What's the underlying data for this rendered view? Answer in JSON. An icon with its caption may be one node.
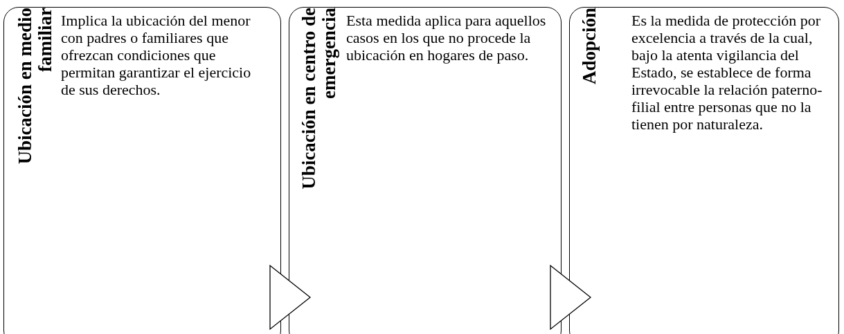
{
  "diagram": {
    "nodes": [
      {
        "text": [
          "Ubicación en medio familiar",
          "Implica la ubicación del menor con padres o familiares que ofrezcan condiciones que permitan garantizar el ejercicio de sus derechos."
        ]
      },
      {
        "text": [
          "Ubicación en centro de emergencia",
          "Esta medida aplica para aquellos casos en los que no procede la ubicación en hogares de paso."
        ]
      },
      {
        "text": [
          "Adopción",
          "Es la medida de protección por excelencia a través de la cual, bajo la atenta vigilancia del Estado, se establece de forma irrevocable la relación paterno-filial entre personas que no la tienen por naturaleza."
        ]
      }
    ],
    "edges": [
      {
        "from": 0,
        "to": 1,
        "arrow": "to"
      },
      {
        "from": 1,
        "to": 2,
        "arrow": "to"
      }
    ]
  }
}
